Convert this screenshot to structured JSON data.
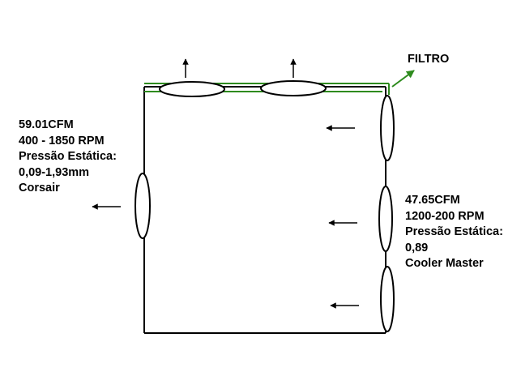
{
  "filter": {
    "label": "FILTRO",
    "color": "#2e8b1e"
  },
  "left_fan_spec": {
    "airflow": "59.01CFM",
    "rpm": "400 - 1850 RPM",
    "pressure_label": "Pressão Estática:",
    "pressure_value": "0,09-1,93mm",
    "brand": "Corsair"
  },
  "right_fan_spec": {
    "airflow": "47.65CFM",
    "rpm": "1200-200 RPM",
    "pressure_label": "Pressão Estática:",
    "pressure_value": "0,89",
    "brand": "Cooler Master"
  },
  "colors": {
    "line": "#000000",
    "filter": "#2e8b1e"
  }
}
